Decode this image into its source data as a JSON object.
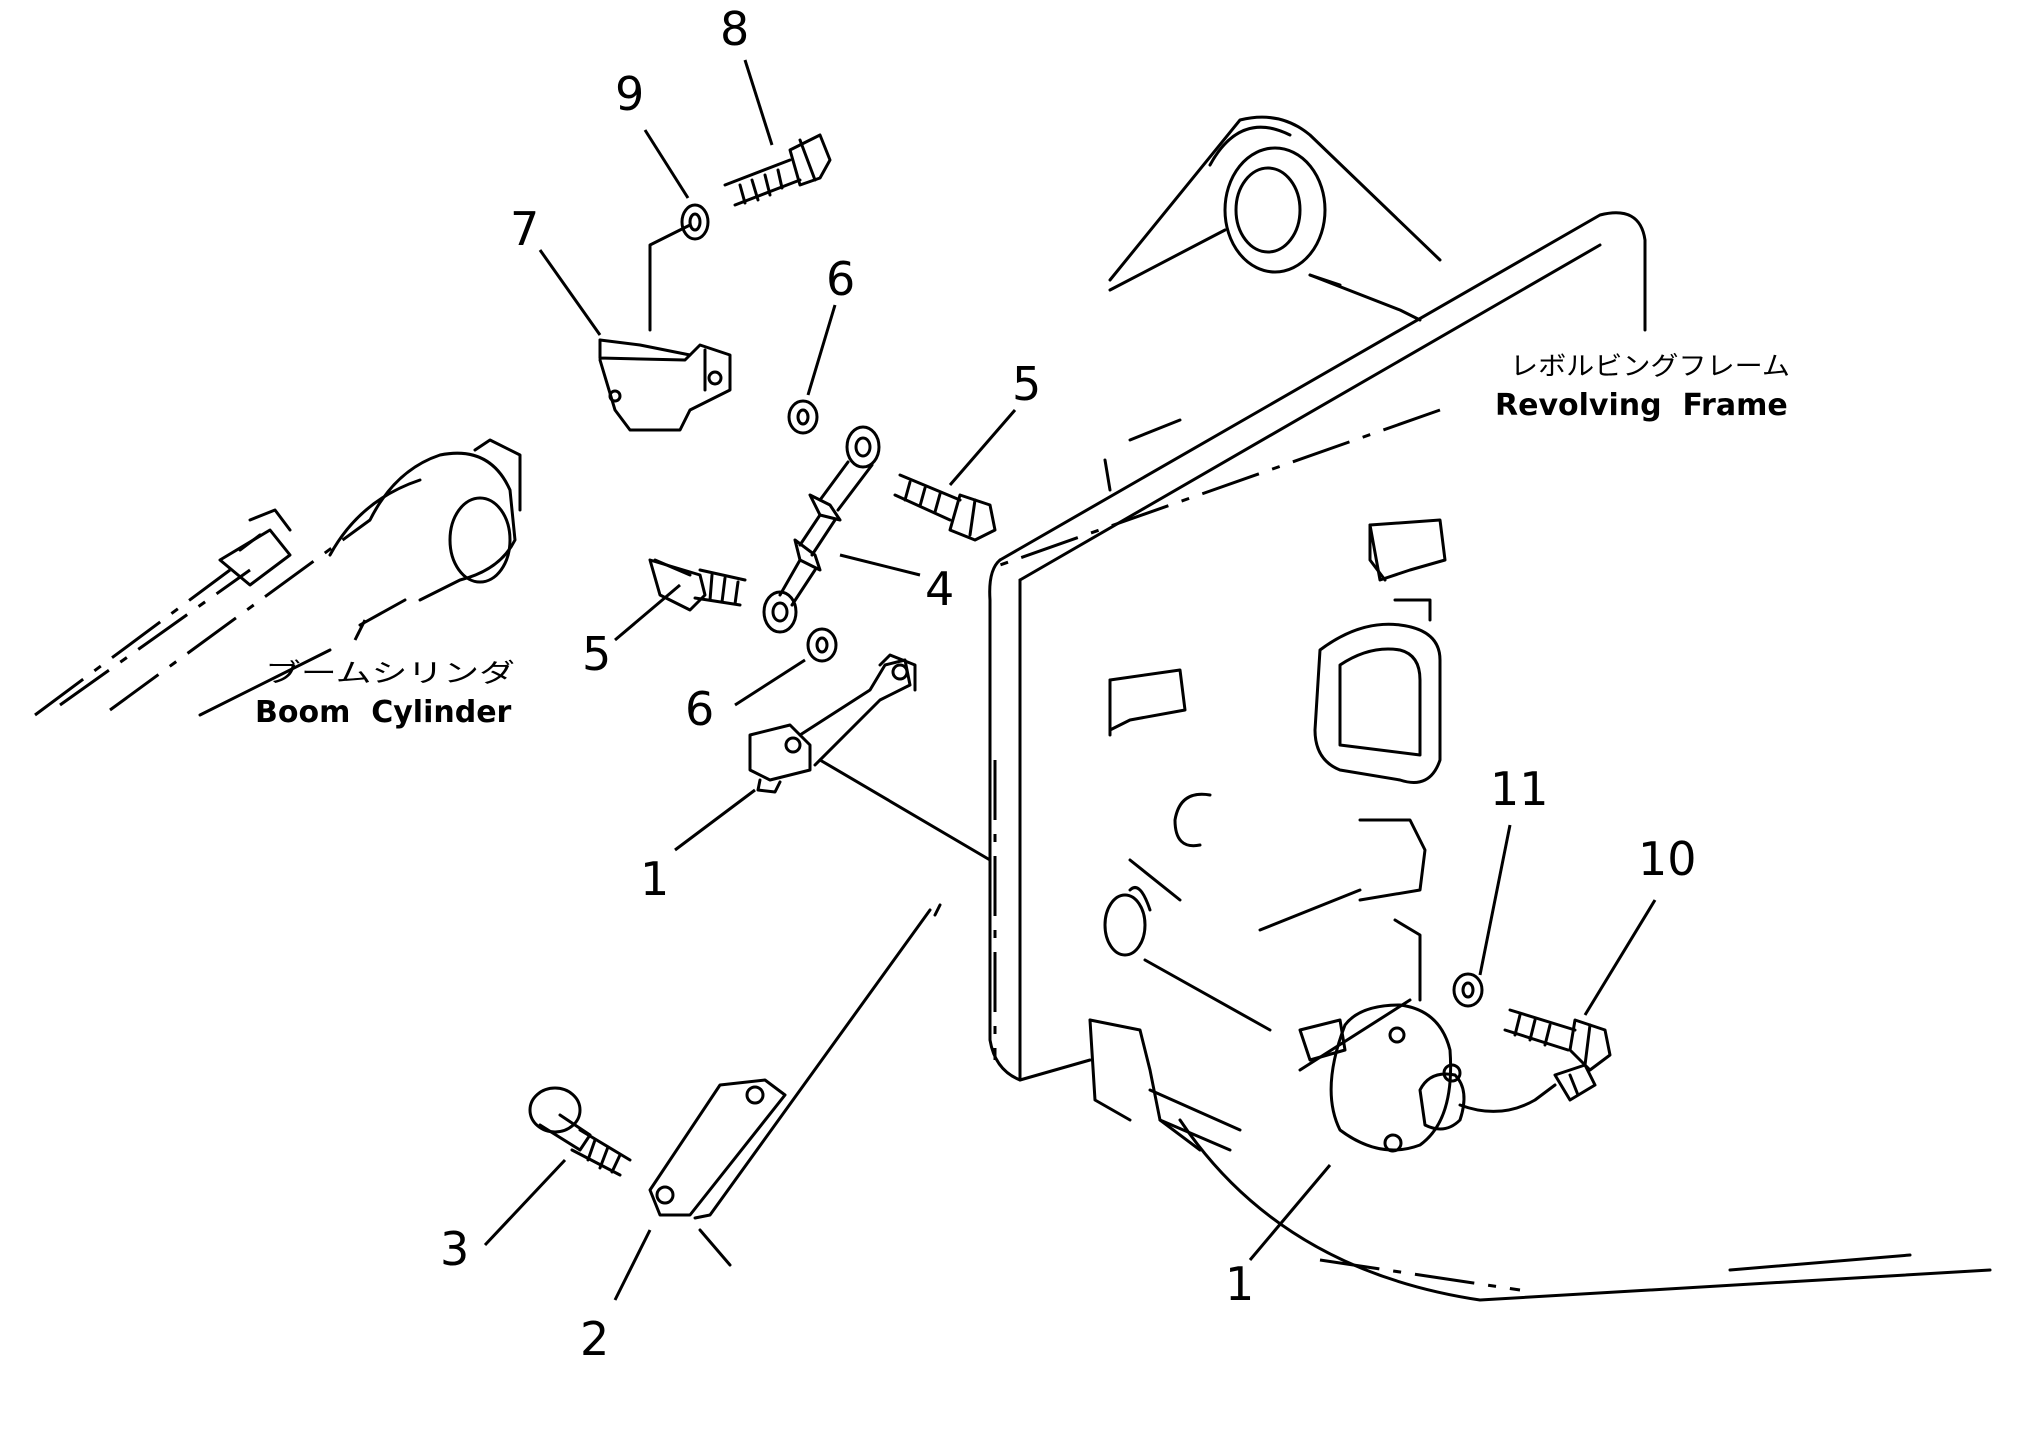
{
  "labels": {
    "revolving_frame_jp": "レボルビングフレーム",
    "revolving_frame_en": "Revolving  Frame",
    "boom_cylinder_jp": "ブームシリンダ",
    "boom_cylinder_en": "Boom  Cylinder"
  },
  "callouts": [
    {
      "id": "c8",
      "text": "8"
    },
    {
      "id": "c9",
      "text": "9"
    },
    {
      "id": "c7",
      "text": "7"
    },
    {
      "id": "c6a",
      "text": "6"
    },
    {
      "id": "c5a",
      "text": "5"
    },
    {
      "id": "c4",
      "text": "4"
    },
    {
      "id": "c5b",
      "text": "5"
    },
    {
      "id": "c6b",
      "text": "6"
    },
    {
      "id": "c1a",
      "text": "1"
    },
    {
      "id": "c11",
      "text": "11"
    },
    {
      "id": "c10",
      "text": "10"
    },
    {
      "id": "c3",
      "text": "3"
    },
    {
      "id": "c2",
      "text": "2"
    },
    {
      "id": "c1b",
      "text": "1"
    }
  ]
}
